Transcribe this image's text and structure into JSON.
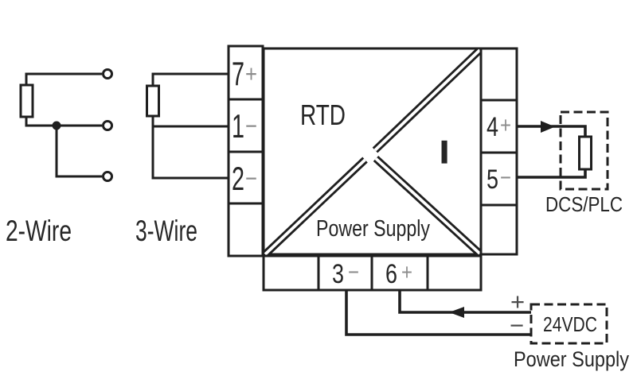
{
  "colors": {
    "line": "#1f1f1f",
    "text": "#262626",
    "terminal_sign": "#8c8c8c",
    "supply_sign": "#4d4d4d",
    "background": "#ffffff"
  },
  "sensors": {
    "two_wire_label": "2-Wire",
    "three_wire_label": "3-Wire"
  },
  "module": {
    "input_section": "RTD",
    "output_section": "I",
    "power_section": "Power Supply"
  },
  "terminals": {
    "left": [
      {
        "num": "7",
        "sign": "+"
      },
      {
        "num": "1",
        "sign": "−"
      },
      {
        "num": "2",
        "sign": "−"
      }
    ],
    "right": [
      {
        "num": "4",
        "sign": "+"
      },
      {
        "num": "5",
        "sign": "−"
      }
    ],
    "bottom": [
      {
        "num": "3",
        "sign": "−"
      },
      {
        "num": "6",
        "sign": "+"
      }
    ]
  },
  "output_device": {
    "label": "DCS/PLC"
  },
  "power_supply": {
    "plus": "+",
    "minus": "−",
    "voltage": "24VDC",
    "label": "Power Supply"
  }
}
